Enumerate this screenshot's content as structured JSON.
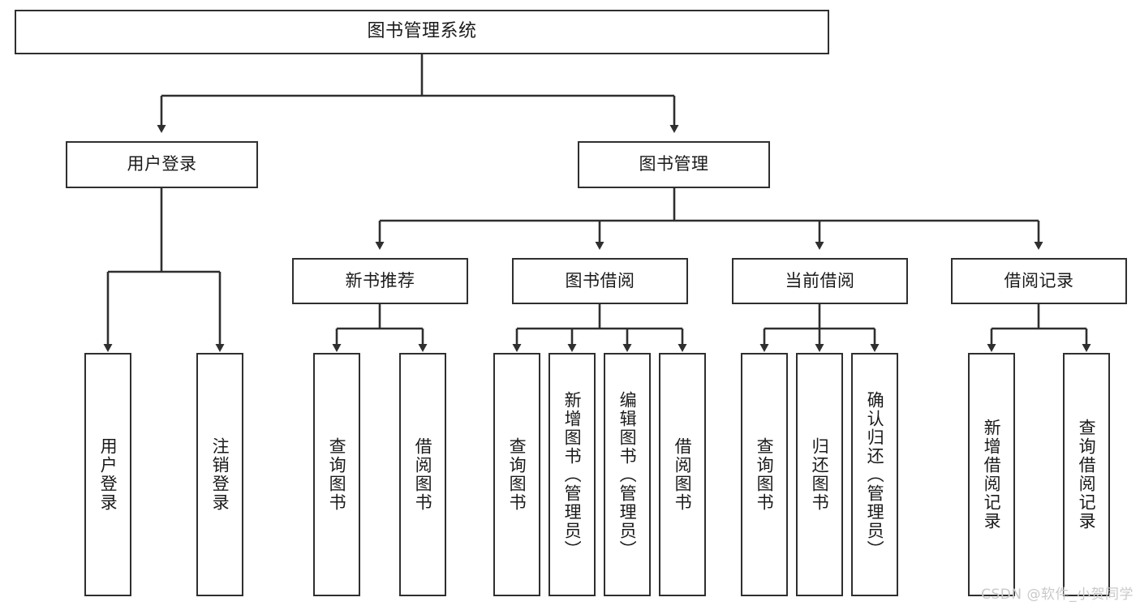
{
  "diagram": {
    "title": "图书管理系统",
    "type": "hierarchy-tree",
    "background_color": "#ffffff",
    "border_color": "#2f2f2f",
    "text_color": "#1a1a1a",
    "root": {
      "label": "图书管理系统"
    },
    "level2": [
      {
        "label": "用户登录"
      },
      {
        "label": "图书管理"
      }
    ],
    "level3": [
      {
        "label": "新书推荐"
      },
      {
        "label": "图书借阅"
      },
      {
        "label": "当前借阅"
      },
      {
        "label": "借阅记录"
      }
    ],
    "leaves": {
      "user_login": [
        {
          "label": "用户登录"
        },
        {
          "label": "注销登录"
        }
      ],
      "new_book": [
        {
          "label": "查询图书"
        },
        {
          "label": "借阅图书"
        }
      ],
      "book_borrow": [
        {
          "label": "查询图书"
        },
        {
          "label": "新增图书（管理员）"
        },
        {
          "label": "编辑图书（管理员）"
        },
        {
          "label": "借阅图书"
        }
      ],
      "current_borrow": [
        {
          "label": "查询图书"
        },
        {
          "label": "归还图书"
        },
        {
          "label": "确认归还（管理员）"
        }
      ],
      "borrow_record": [
        {
          "label": "新增借阅记录"
        },
        {
          "label": "查询借阅记录"
        }
      ]
    }
  },
  "watermark": {
    "text": "CSDN @软件_小贺同学",
    "color": "#c9c9c9"
  }
}
